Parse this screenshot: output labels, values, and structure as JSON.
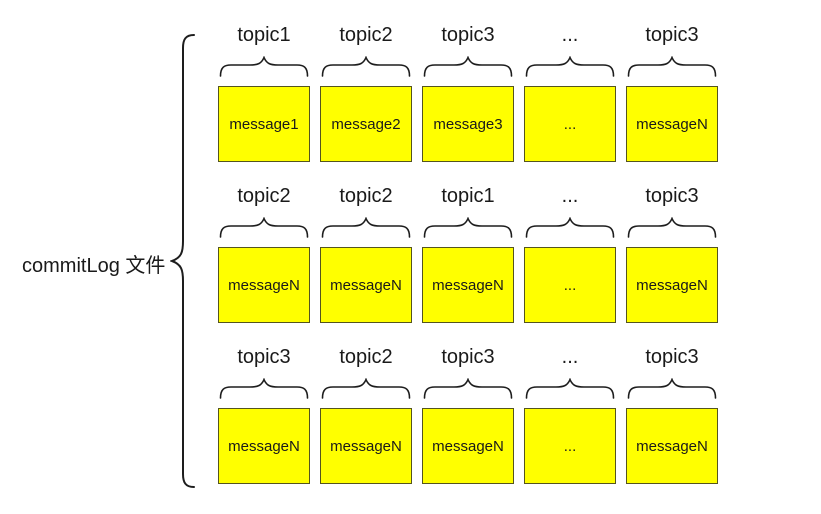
{
  "diagram": {
    "label": "commitLog 文件",
    "colors": {
      "box_fill": "#ffff00",
      "box_border": "#55551e",
      "line": "#1d1d1d"
    },
    "rows": [
      {
        "columns": [
          {
            "topic": "topic1",
            "message": "message1"
          },
          {
            "topic": "topic2",
            "message": "message2"
          },
          {
            "topic": "topic3",
            "message": "message3"
          },
          {
            "topic": "...",
            "message": "..."
          },
          {
            "topic": "topic3",
            "message": "messageN"
          }
        ]
      },
      {
        "columns": [
          {
            "topic": "topic2",
            "message": "messageN"
          },
          {
            "topic": "topic2",
            "message": "messageN"
          },
          {
            "topic": "topic1",
            "message": "messageN"
          },
          {
            "topic": "...",
            "message": "..."
          },
          {
            "topic": "topic3",
            "message": "messageN"
          }
        ]
      },
      {
        "columns": [
          {
            "topic": "topic3",
            "message": "messageN"
          },
          {
            "topic": "topic2",
            "message": "messageN"
          },
          {
            "topic": "topic3",
            "message": "messageN"
          },
          {
            "topic": "...",
            "message": "..."
          },
          {
            "topic": "topic3",
            "message": "messageN"
          }
        ]
      }
    ]
  }
}
